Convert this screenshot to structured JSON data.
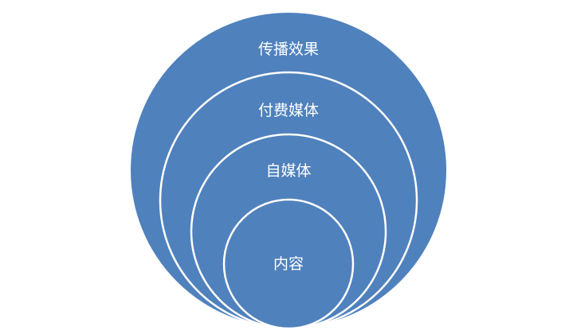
{
  "diagram": {
    "colors": {
      "fill": "#4f81bd",
      "stroke": "#ffffff"
    },
    "rings": [
      {
        "label": "传播效果"
      },
      {
        "label": "付费媒体"
      },
      {
        "label": "自媒体"
      },
      {
        "label": "内容"
      }
    ]
  }
}
